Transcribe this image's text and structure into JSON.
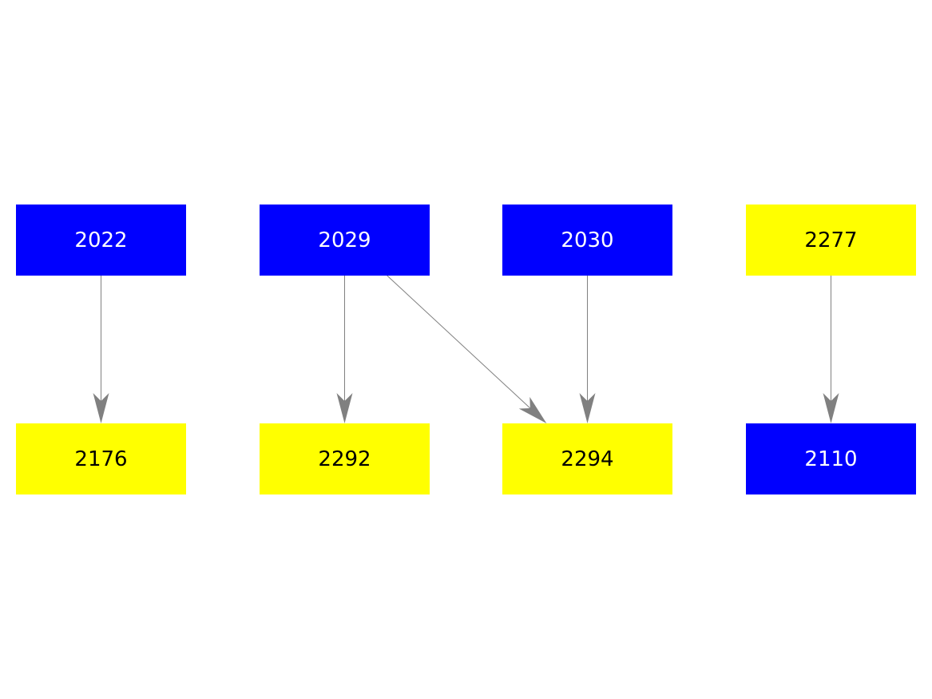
{
  "colors": {
    "blue": "#0000ff",
    "yellow": "#ffff00",
    "edge": "#808080",
    "text_on_blue": "#ffffff",
    "text_on_yellow": "#000000"
  },
  "nodes": [
    {
      "id": "n2022",
      "label": "2022",
      "fill": "blue"
    },
    {
      "id": "n2029",
      "label": "2029",
      "fill": "blue"
    },
    {
      "id": "n2030",
      "label": "2030",
      "fill": "blue"
    },
    {
      "id": "n2277",
      "label": "2277",
      "fill": "yellow"
    },
    {
      "id": "n2176",
      "label": "2176",
      "fill": "yellow"
    },
    {
      "id": "n2292",
      "label": "2292",
      "fill": "yellow"
    },
    {
      "id": "n2294",
      "label": "2294",
      "fill": "yellow"
    },
    {
      "id": "n2110",
      "label": "2110",
      "fill": "blue"
    }
  ],
  "edges": [
    {
      "from": "n2022",
      "to": "n2176"
    },
    {
      "from": "n2029",
      "to": "n2292"
    },
    {
      "from": "n2029",
      "to": "n2294"
    },
    {
      "from": "n2030",
      "to": "n2294"
    },
    {
      "from": "n2277",
      "to": "n2110"
    }
  ]
}
